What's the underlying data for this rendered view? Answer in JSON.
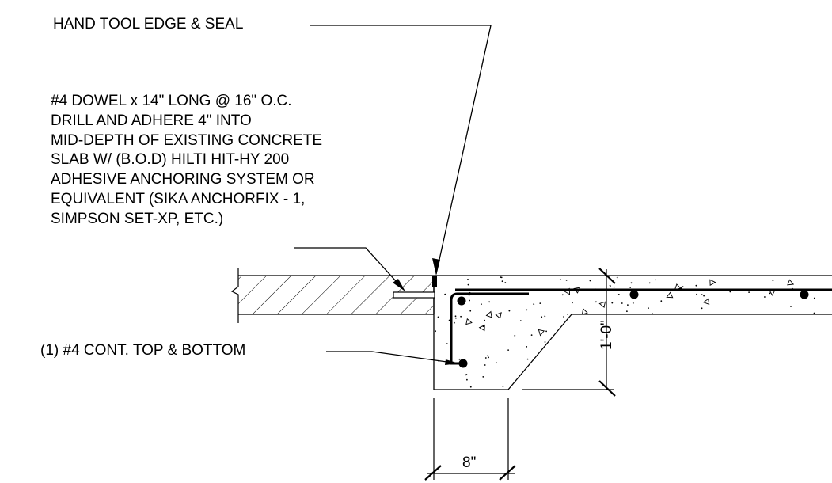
{
  "labels": {
    "hand_tool": "HAND TOOL EDGE & SEAL",
    "dowel_lines": [
      "#4 DOWEL x 14\" LONG @ 16\" O.C.",
      "DRILL AND ADHERE 4\" INTO",
      "MID-DEPTH OF EXISTING CONCRETE",
      "SLAB W/ (B.O.D) HILTI HIT-HY 200",
      "ADHESIVE ANCHORING SYSTEM OR",
      "EQUIVALENT (SIKA ANCHORFIX - 1,",
      "SIMPSON SET-XP, ETC.)"
    ],
    "rebar": "(1) #4 CONT. TOP & BOTTOM"
  },
  "dimensions": {
    "depth": "1'-0\"",
    "width": "8\""
  }
}
